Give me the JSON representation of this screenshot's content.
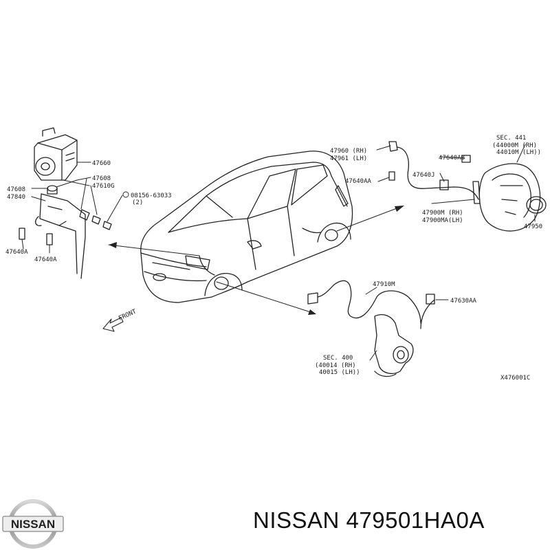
{
  "labels": {
    "l47660": "47660",
    "l47608": "47608",
    "l47610g": "47610G",
    "l47608b": "47608",
    "l47840": "47840",
    "l08156": "08156-63033",
    "l08156q": "(2)",
    "l47640a1": "47640A",
    "l47640a2": "47640A",
    "l47960": "47960 (RH)",
    "l47961": "47961 (LH)",
    "l47640aa": "47640AA",
    "l47640ab": "47640AB",
    "l47640j": "47640J",
    "l47900m": "47900M (RH)",
    "l47900ma": "47900MA(LH)",
    "sec441": "SEC. 441",
    "l44000m": "(44000M (RH)",
    "l44010m": "44010M (LH))",
    "l47950": "47950",
    "l47910m": "47910M",
    "l47630aa": "47630AA",
    "sec400": "SEC. 400",
    "l40014": "(40014 (RH)",
    "l40015": "40015 (LH))",
    "front": "FRONT",
    "code": "X476001C"
  },
  "logo_text": "NISSAN",
  "caption": "NISSAN 479501HA0A"
}
